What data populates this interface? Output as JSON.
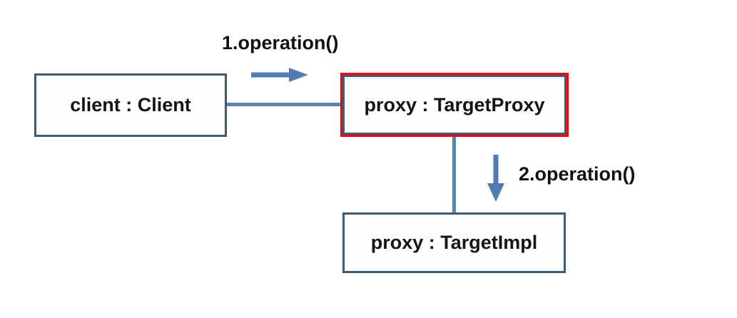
{
  "diagram": {
    "type": "uml-object-diagram",
    "nodes": [
      {
        "id": "client",
        "label": "client : Client",
        "highlighted": false
      },
      {
        "id": "proxy",
        "label": "proxy : TargetProxy",
        "highlighted": true
      },
      {
        "id": "impl",
        "label": "proxy : TargetImpl",
        "highlighted": false
      }
    ],
    "edges": [
      {
        "label": "1.operation()",
        "from": "client",
        "to": "proxy",
        "direction": "right"
      },
      {
        "label": "2.operation()",
        "from": "proxy",
        "to": "impl",
        "direction": "down"
      }
    ],
    "colors": {
      "box_border": "#3d5a77",
      "highlight_border": "#fb0006",
      "connector_line": "#5b84ae",
      "arrow": "#4f7cb3",
      "text": "#151515",
      "background": "#ffffff"
    }
  }
}
